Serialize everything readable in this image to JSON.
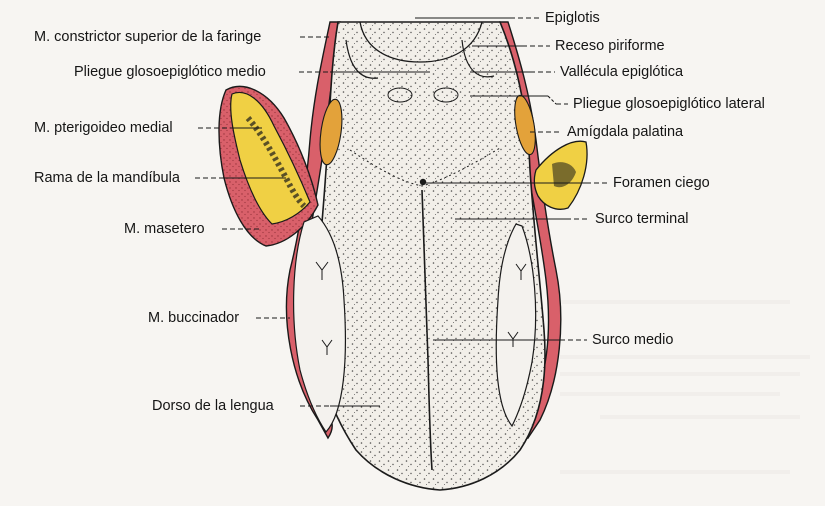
{
  "figure": {
    "colors": {
      "background": "#f7f5f2",
      "muscle_red": "#d9606a",
      "tonsil_yellow": "#f0d044",
      "tonsil_orange": "#e3a23a",
      "ink": "#1a1a1a"
    },
    "labels_left": [
      {
        "id": "constrictor",
        "text": "M. constrictor superior de la faringe"
      },
      {
        "id": "glosso-medio",
        "text": "Pliegue glosoepiglótico medio"
      },
      {
        "id": "pterigoideo",
        "text": "M. pterigoideo medial"
      },
      {
        "id": "rama-mandibula",
        "text": "Rama de la mandíbula"
      },
      {
        "id": "masetero",
        "text": "M. masetero"
      },
      {
        "id": "buccinador",
        "text": "M. buccinador"
      },
      {
        "id": "dorso",
        "text": "Dorso de la lengua"
      }
    ],
    "labels_right": [
      {
        "id": "epiglotis",
        "text": "Epiglotis"
      },
      {
        "id": "receso",
        "text": "Receso piriforme"
      },
      {
        "id": "vallecula",
        "text": "Vallécula epiglótica"
      },
      {
        "id": "glosso-lateral",
        "text": "Pliegue glosoepiglótico lateral"
      },
      {
        "id": "amigdala",
        "text": "Amígdala palatina"
      },
      {
        "id": "foramen",
        "text": "Foramen ciego"
      },
      {
        "id": "surco-terminal",
        "text": "Surco terminal"
      },
      {
        "id": "surco-medio",
        "text": "Surco medio"
      }
    ]
  }
}
